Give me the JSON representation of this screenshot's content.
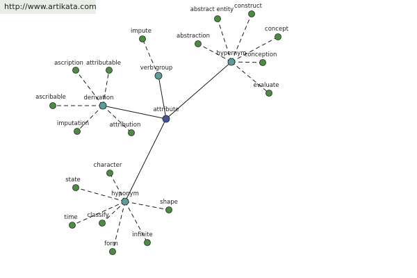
{
  "banner": {
    "url_text": "http://www.artikata.com"
  },
  "colors": {
    "root": "#4a4f9a",
    "hub": "#5f9a9c",
    "leaf": "#4e8a44",
    "node_stroke": "#1b2a1b",
    "banner_bg": "#e9efe6"
  },
  "graph": {
    "root": "attribute",
    "nodes": [
      {
        "id": "attribute",
        "label": "attribute",
        "kind": "root"
      },
      {
        "id": "verb-group",
        "label": "verb group",
        "kind": "hub"
      },
      {
        "id": "derivation",
        "label": "derivation",
        "kind": "hub"
      },
      {
        "id": "hypernym",
        "label": "hypernym",
        "kind": "hub"
      },
      {
        "id": "hyponym",
        "label": "hyponym",
        "kind": "hub"
      },
      {
        "id": "impute",
        "label": "impute",
        "kind": "leaf"
      },
      {
        "id": "ascription",
        "label": "ascription",
        "kind": "leaf"
      },
      {
        "id": "attributable",
        "label": "attributable",
        "kind": "leaf"
      },
      {
        "id": "ascribable",
        "label": "ascribable",
        "kind": "leaf"
      },
      {
        "id": "imputation",
        "label": "imputation",
        "kind": "leaf"
      },
      {
        "id": "attribution",
        "label": "attribution",
        "kind": "leaf"
      },
      {
        "id": "abstract-entity",
        "label": "abstract entity",
        "kind": "leaf"
      },
      {
        "id": "construct",
        "label": "construct",
        "kind": "leaf"
      },
      {
        "id": "concept",
        "label": "concept",
        "kind": "leaf"
      },
      {
        "id": "abstraction",
        "label": "abstraction",
        "kind": "leaf"
      },
      {
        "id": "conception",
        "label": "conception",
        "kind": "leaf"
      },
      {
        "id": "evaluate",
        "label": "evaluate",
        "kind": "leaf"
      },
      {
        "id": "character",
        "label": "character",
        "kind": "leaf"
      },
      {
        "id": "state",
        "label": "state",
        "kind": "leaf"
      },
      {
        "id": "shape",
        "label": "shape",
        "kind": "leaf"
      },
      {
        "id": "time",
        "label": "time",
        "kind": "leaf"
      },
      {
        "id": "classify",
        "label": "classify",
        "kind": "leaf"
      },
      {
        "id": "form",
        "label": "form",
        "kind": "leaf"
      },
      {
        "id": "infinite",
        "label": "infinite",
        "kind": "leaf"
      }
    ],
    "edges": [
      {
        "from": "attribute",
        "to": "verb-group",
        "style": "solid"
      },
      {
        "from": "attribute",
        "to": "derivation",
        "style": "solid"
      },
      {
        "from": "attribute",
        "to": "hypernym",
        "style": "solid"
      },
      {
        "from": "attribute",
        "to": "hyponym",
        "style": "solid"
      },
      {
        "from": "verb-group",
        "to": "impute",
        "style": "dashed"
      },
      {
        "from": "derivation",
        "to": "ascription",
        "style": "dashed"
      },
      {
        "from": "derivation",
        "to": "attributable",
        "style": "dashed"
      },
      {
        "from": "derivation",
        "to": "ascribable",
        "style": "dashed"
      },
      {
        "from": "derivation",
        "to": "imputation",
        "style": "dashed"
      },
      {
        "from": "derivation",
        "to": "attribution",
        "style": "dashed"
      },
      {
        "from": "hypernym",
        "to": "abstract-entity",
        "style": "dashed"
      },
      {
        "from": "hypernym",
        "to": "construct",
        "style": "dashed"
      },
      {
        "from": "hypernym",
        "to": "concept",
        "style": "dashed"
      },
      {
        "from": "hypernym",
        "to": "abstraction",
        "style": "dashed"
      },
      {
        "from": "hypernym",
        "to": "conception",
        "style": "dashed"
      },
      {
        "from": "hypernym",
        "to": "evaluate",
        "style": "dashed"
      },
      {
        "from": "hyponym",
        "to": "character",
        "style": "dashed"
      },
      {
        "from": "hyponym",
        "to": "state",
        "style": "dashed"
      },
      {
        "from": "hyponym",
        "to": "shape",
        "style": "dashed"
      },
      {
        "from": "hyponym",
        "to": "time",
        "style": "dashed"
      },
      {
        "from": "hyponym",
        "to": "classify",
        "style": "dashed"
      },
      {
        "from": "hyponym",
        "to": "form",
        "style": "dashed"
      },
      {
        "from": "hyponym",
        "to": "infinite",
        "style": "dashed"
      }
    ]
  }
}
